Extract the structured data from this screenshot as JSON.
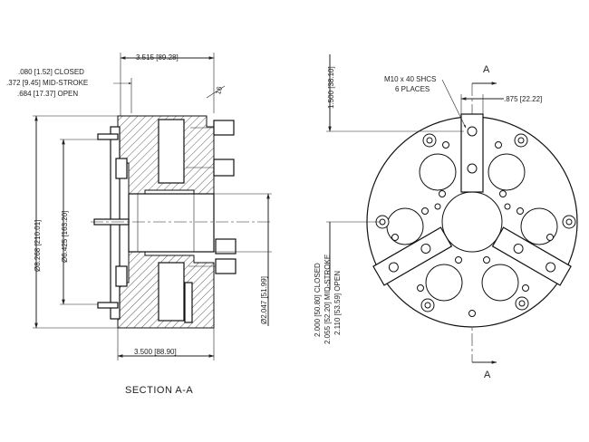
{
  "drawing": {
    "section_title": "SECTION  A-A",
    "section_mark": "A",
    "side_view": {
      "top_width": "3.515 [89.28]",
      "bottom_width": "3.500 [88.90]",
      "stroke_closed": ".080 [1.52] CLOSED",
      "stroke_mid": ".372 [9.45] MID-STROKE",
      "stroke_open": ".684 [17.37] OPEN",
      "chamfer": "16",
      "outer_dia": "Ø8.268 [210.01]",
      "pilot_dia": "Ø6.425 [163.20]",
      "bore_dia": "Ø2.047 [51.99]"
    },
    "front_view": {
      "screw_note_1": "M10 x 40 SHCS",
      "screw_note_2": "6 PLACES",
      "jaw_offset": ".875 [22.22]",
      "jaw_height": "1.500 [38.10]",
      "jaw_closed": "2.000 [50.80] CLOSED",
      "jaw_mid": "2.055 [52.20] MID-STROKE",
      "jaw_open": "2.110 [53.59] OPEN"
    }
  }
}
